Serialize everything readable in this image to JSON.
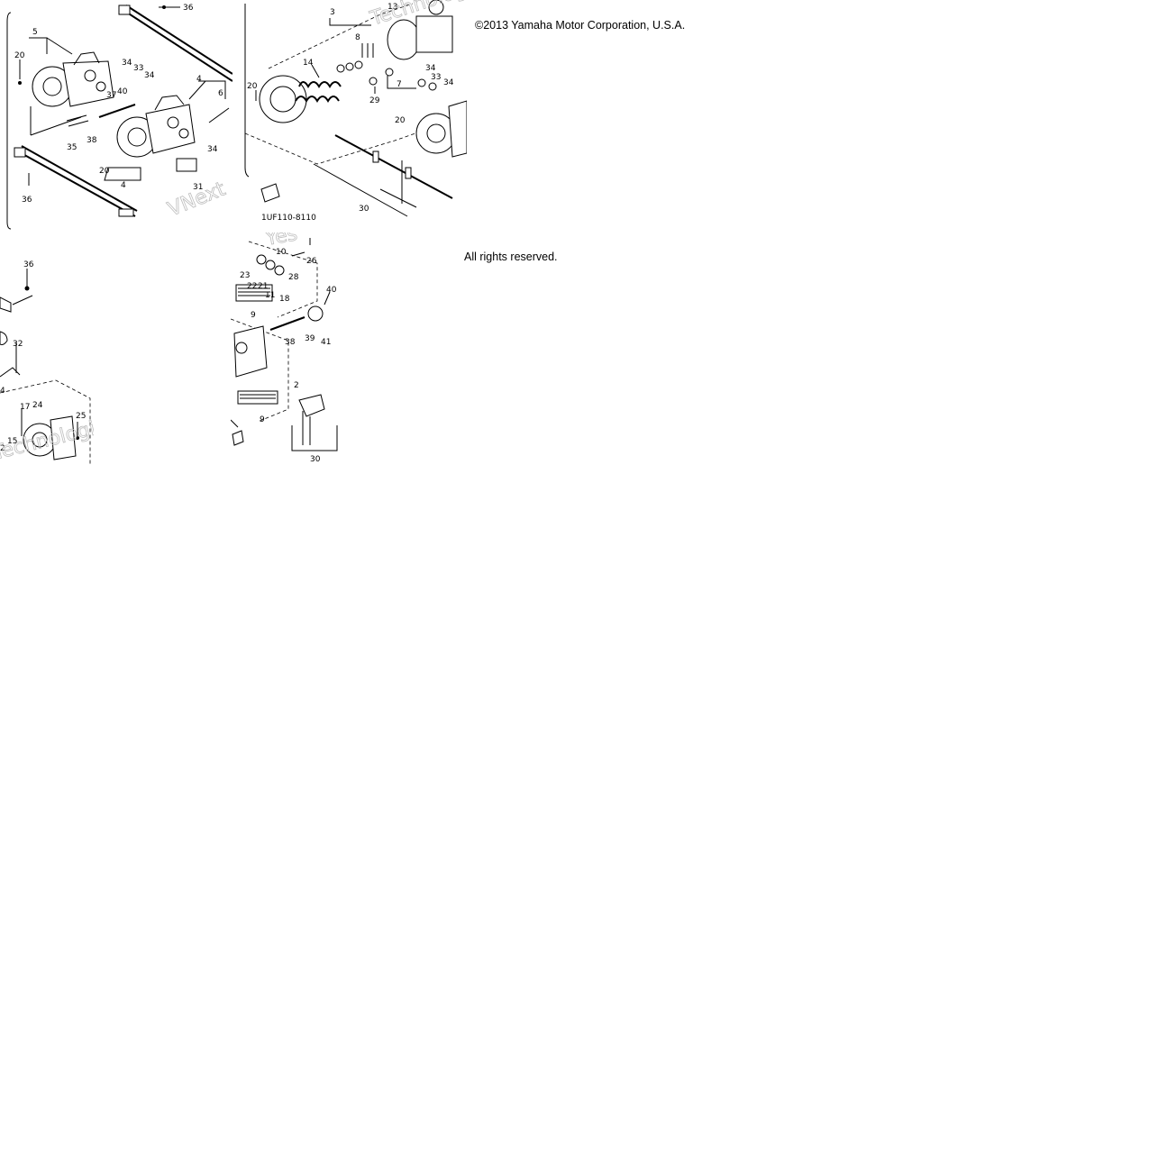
{
  "copyright": "©2013 Yamaha Motor Corporation, U.S.A.",
  "rights": "All rights reserved.",
  "diagram_code": "1UF110-8110",
  "watermark_words": [
    "Technologies",
    "VNext",
    "Yes"
  ],
  "tile_top_left_labels": [
    "36",
    "5",
    "20",
    "34",
    "33",
    "34",
    "37",
    "40",
    "4",
    "6",
    "35",
    "38",
    "20",
    "4",
    "34",
    "36",
    "31"
  ],
  "tile_top_right_labels": [
    "3",
    "13",
    "8",
    "14",
    "20",
    "29",
    "7",
    "34",
    "33",
    "34",
    "20",
    "30"
  ],
  "tile_bottom_left_labels": [
    "36",
    "32",
    "17",
    "24",
    "25",
    "15",
    "2",
    "4"
  ],
  "tile_bottom_right_labels": [
    "10",
    "26",
    "23",
    "22",
    "21",
    "11",
    "18",
    "28",
    "40",
    "9",
    "38",
    "39",
    "41",
    "2",
    "9",
    "30"
  ]
}
